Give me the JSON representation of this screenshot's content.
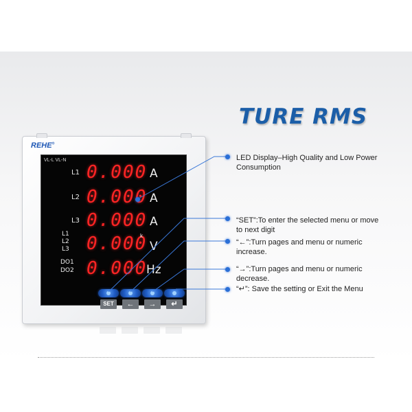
{
  "headline": "TURE RMS",
  "meter": {
    "brand": "REHE",
    "registered_mark": "®",
    "voltage_tags": "VL-L  VL-N",
    "rows": [
      {
        "label": "L1",
        "digits": "0.000",
        "unit": "A"
      },
      {
        "label": "L2",
        "digits": "0.000",
        "unit": "A"
      },
      {
        "label": "L3",
        "digits": "0.000",
        "unit": "A"
      },
      {
        "labels": [
          "L1",
          "L2",
          "L3"
        ],
        "digits": "0.000",
        "unit": "V",
        "prefix": "k"
      },
      {
        "labels": [
          "DO1",
          "DO2"
        ],
        "digits": "0.000",
        "unit": "Hz"
      }
    ],
    "keys": [
      "SET",
      "←",
      "→",
      "↵"
    ]
  },
  "annotations": {
    "led": "LED Display–High Quality and Low Power Consumption",
    "set": "“SET”:To enter the selected menu or move to next digit",
    "left": "“←”:Turn pages and menu or numeric increase.",
    "right": "“→”:Turn pages and menu or numeric decrease.",
    "enter": "“↵”:  Save the setting or Exit the Menu"
  },
  "colors": {
    "accent": "#1b5ea8",
    "led_red": "#ff2424",
    "node_blue": "#2a6fd6"
  }
}
